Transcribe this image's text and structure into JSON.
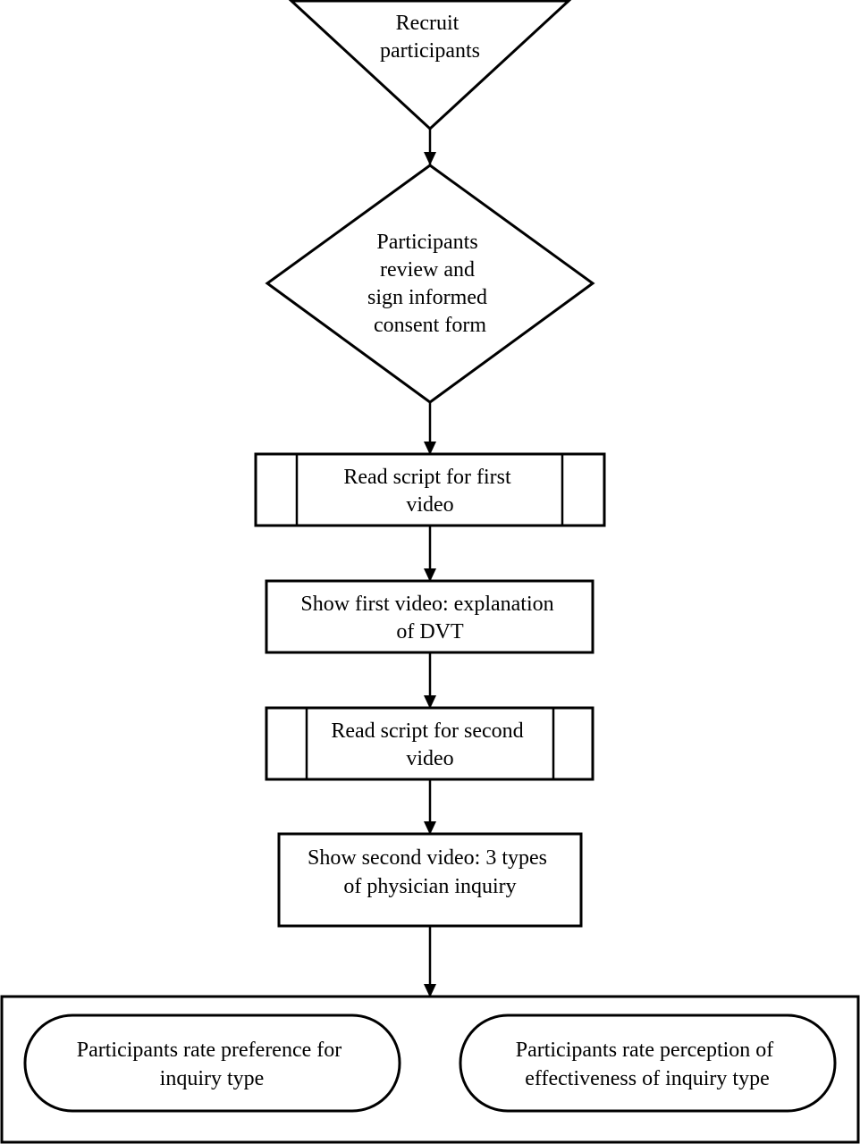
{
  "nodes": {
    "recruit": {
      "lines": [
        "Recruit",
        "participants"
      ]
    },
    "consent": {
      "lines": [
        "Participants",
        "review and",
        "sign informed",
        "consent form"
      ]
    },
    "script1": {
      "lines": [
        "Read script for first",
        "video"
      ]
    },
    "video1": {
      "lines": [
        "Show first video: explanation",
        "of DVT"
      ]
    },
    "script2": {
      "lines": [
        "Read script for second",
        "video"
      ]
    },
    "video2": {
      "lines": [
        "Show second video: 3 types",
        "of physician inquiry"
      ]
    },
    "rate_preference": {
      "lines": [
        "Participants rate preference for",
        "inquiry type"
      ]
    },
    "rate_effectiveness": {
      "lines": [
        "Participants rate perception of",
        "effectiveness of inquiry type"
      ]
    }
  }
}
